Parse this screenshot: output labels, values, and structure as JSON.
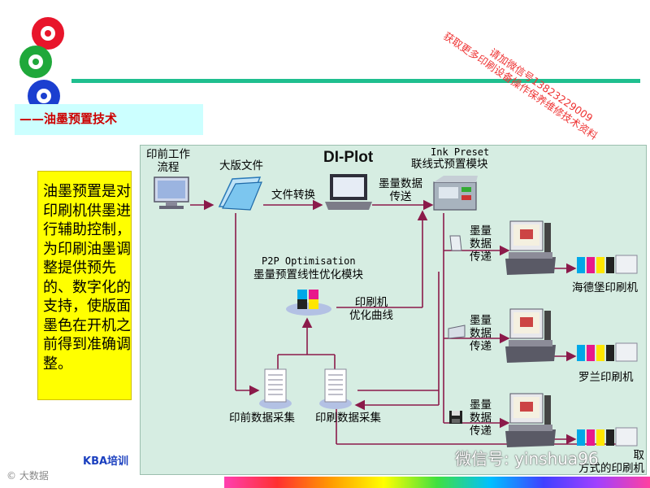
{
  "title": "——油墨预置技术",
  "description": "油墨预置是对印刷机供墨进行辅助控制，为印刷油墨调整提供预先的、数字化的支持，使版面墨色在开机之前得到准确调整。",
  "diagram": {
    "prepress_workflow": "印前工作\n流程",
    "imposition_file": "大版文件",
    "file_conversion": "文件转换",
    "diplot": "DI-Plot",
    "ink_data_transfer": "墨量数据\n传送",
    "ink_preset_en": "Ink Preset",
    "ink_preset_cn": "联线式预置模块",
    "p2p_en": "P2P Optimisation",
    "p2p_cn": "墨量预置线性优化模块",
    "press_curve": "印刷机\n优化曲线",
    "ink_data_1": "墨量\n数据\n传递",
    "ink_data_2": "墨量\n数据\n传递",
    "ink_data_3": "墨量\n数据\n传递",
    "press_heidelberg": "海德堡印刷机",
    "press_roland": "罗兰印刷机",
    "press_other": "取\n方式的印刷机",
    "prepress_collect": "印前数据采集",
    "print_collect": "印刷数据采集"
  },
  "footer": {
    "kba": "KBA培训",
    "logo": "大数据",
    "wechat": "微信号: yinshua96"
  },
  "watermark": {
    "line1": "请加微信号13823229009",
    "line2": "获取更多印刷设备操作保养维修技术资料"
  },
  "colors": {
    "accent_line": "#1fbf8f",
    "title_bg": "#ccffff",
    "title_text": "#cc0000",
    "desc_bg": "#ffff00",
    "diagram_bg": "#d6ede2",
    "arrow": "#8b1a4a"
  }
}
